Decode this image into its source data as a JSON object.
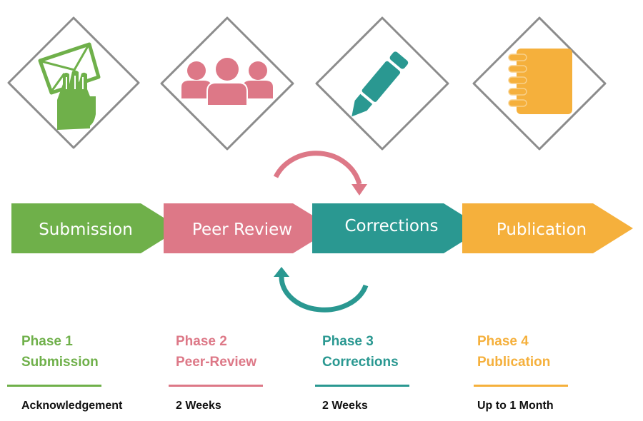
{
  "colors": {
    "green": "#6fb04a",
    "pink": "#dd7887",
    "teal": "#2a9891",
    "orange": "#f5b03c",
    "diamond_border": "#8c8c8c"
  },
  "icons": [
    {
      "name": "envelope-hand-icon",
      "color": "green"
    },
    {
      "name": "people-group-icon",
      "color": "pink"
    },
    {
      "name": "pencil-icon",
      "color": "teal"
    },
    {
      "name": "notebook-icon",
      "color": "orange"
    }
  ],
  "steps": [
    {
      "label": "Submission",
      "color": "green"
    },
    {
      "label": "Peer Review",
      "color": "pink"
    },
    {
      "label": "Corrections",
      "color": "teal"
    },
    {
      "label": "Publication",
      "color": "orange"
    }
  ],
  "loops": [
    {
      "name": "review-to-corrections-arrow",
      "from": "Peer Review",
      "to": "Corrections",
      "color": "pink"
    },
    {
      "name": "corrections-to-review-arrow",
      "from": "Corrections",
      "to": "Peer Review",
      "color": "teal"
    }
  ],
  "phases": [
    {
      "number": "Phase 1",
      "title": "Submission",
      "duration": "Acknowledgement",
      "color": "green"
    },
    {
      "number": "Phase 2",
      "title": "Peer-Review",
      "duration": "2 Weeks",
      "color": "pink"
    },
    {
      "number": "Phase 3",
      "title": "Corrections",
      "duration": "2 Weeks",
      "color": "teal"
    },
    {
      "number": "Phase 4",
      "title": "Publication",
      "duration": "Up to 1 Month",
      "color": "orange"
    }
  ]
}
